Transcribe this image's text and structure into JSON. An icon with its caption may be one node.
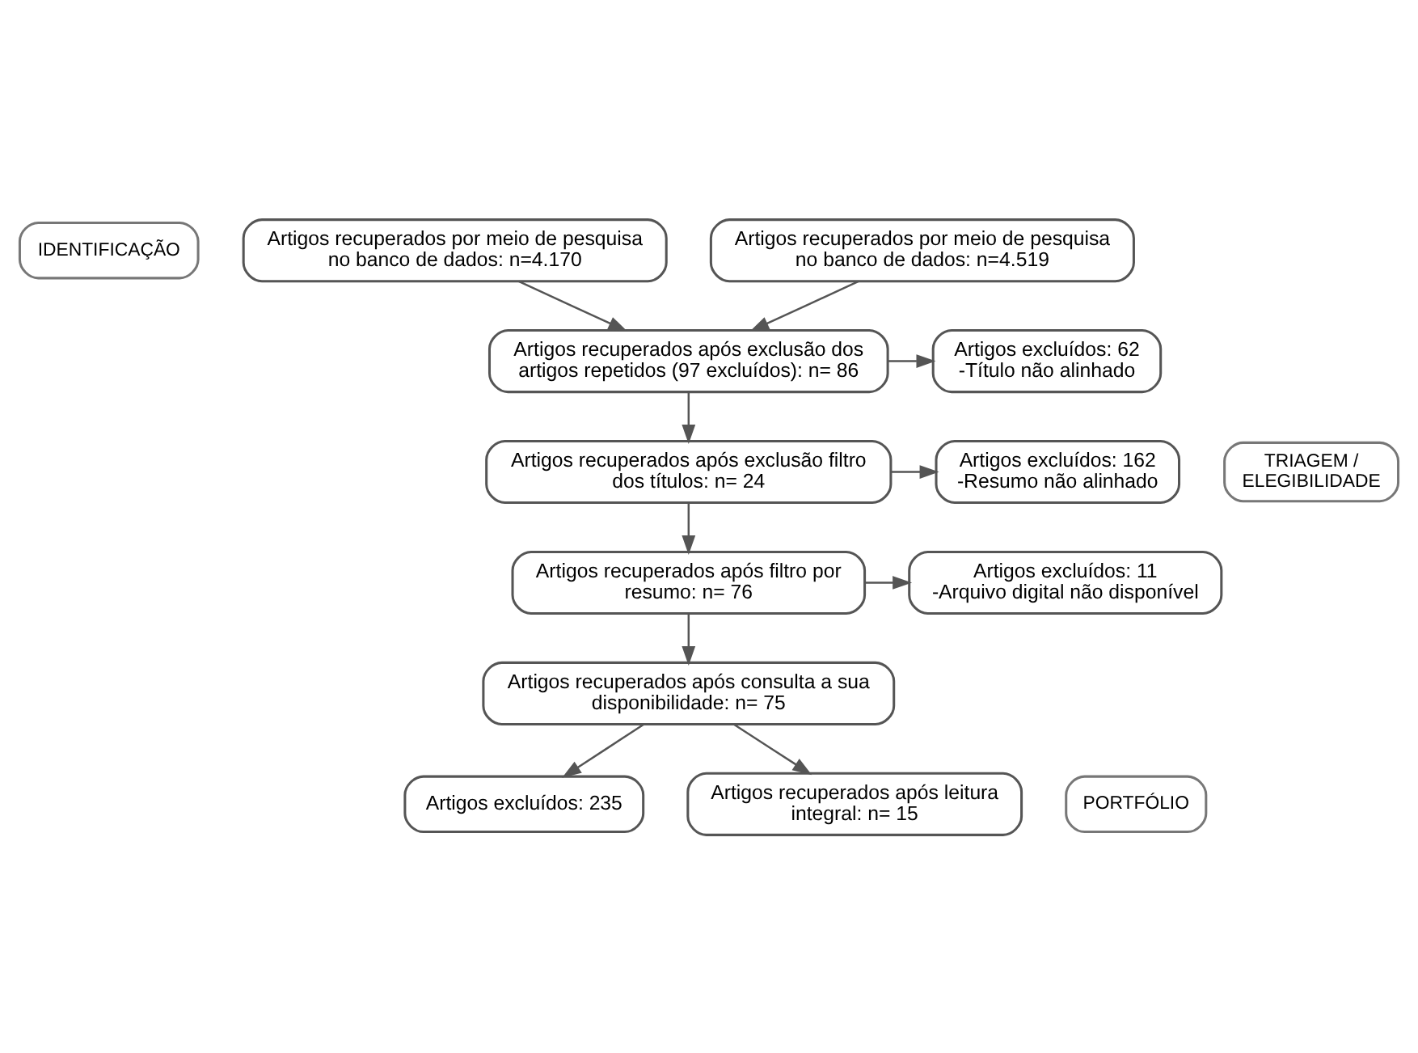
{
  "diagram": {
    "nodes": [
      {
        "text": [
          "IDENTIFICAÇÃO"
        ]
      },
      {
        "text": [
          "Artigos recuperados por meio de pesquisa no banco de dados: n=4.170"
        ]
      },
      {
        "text": [
          "Artigos recuperados por meio de pesquisa no banco de dados: n=4.519"
        ]
      },
      {
        "text": [
          "Artigos recuperados após exclusão dos artigos repetidos (97 excluídos): n= 86"
        ]
      },
      {
        "text": [
          "Artigos excluídos: 62",
          "-Título não alinhado"
        ]
      },
      {
        "text": [
          "TRIAGEM / ELEGIBILIDADE"
        ]
      },
      {
        "text": [
          "Artigos recuperados após exclusão filtro dos títulos: n= 24"
        ]
      },
      {
        "text": [
          "Artigos excluídos: 162",
          "-Resumo não alinhado"
        ]
      },
      {
        "text": [
          "Artigos recuperados após filtro por resumo: n= 76"
        ]
      },
      {
        "text": [
          "Artigos excluídos: 11",
          "-Arquivo digital não disponível"
        ]
      },
      {
        "text": [
          "Artigos recuperados após consulta a sua disponibilidade: n= 75"
        ]
      },
      {
        "text": [
          "PORTFÓLIO"
        ]
      },
      {
        "text": [
          "Artigos excluídos: 235"
        ]
      },
      {
        "text": [
          "Artigos recuperados após leitura integral: n= 15"
        ]
      }
    ],
    "edges": [
      {
        "from": 1,
        "to": 3,
        "arrow": "to"
      },
      {
        "from": 2,
        "to": 3,
        "arrow": "to"
      },
      {
        "from": 3,
        "to": 6,
        "arrow": "to"
      },
      {
        "from": 3,
        "to": 4,
        "arrow": "to"
      },
      {
        "from": 6,
        "to": 8,
        "arrow": "to"
      },
      {
        "from": 6,
        "to": 7,
        "arrow": "to"
      },
      {
        "from": 8,
        "to": 10,
        "arrow": "to"
      },
      {
        "from": 8,
        "to": 9,
        "arrow": "to"
      },
      {
        "from": 10,
        "to": 13,
        "arrow": "to"
      },
      {
        "from": 10,
        "to": 12,
        "arrow": "to"
      }
    ]
  }
}
